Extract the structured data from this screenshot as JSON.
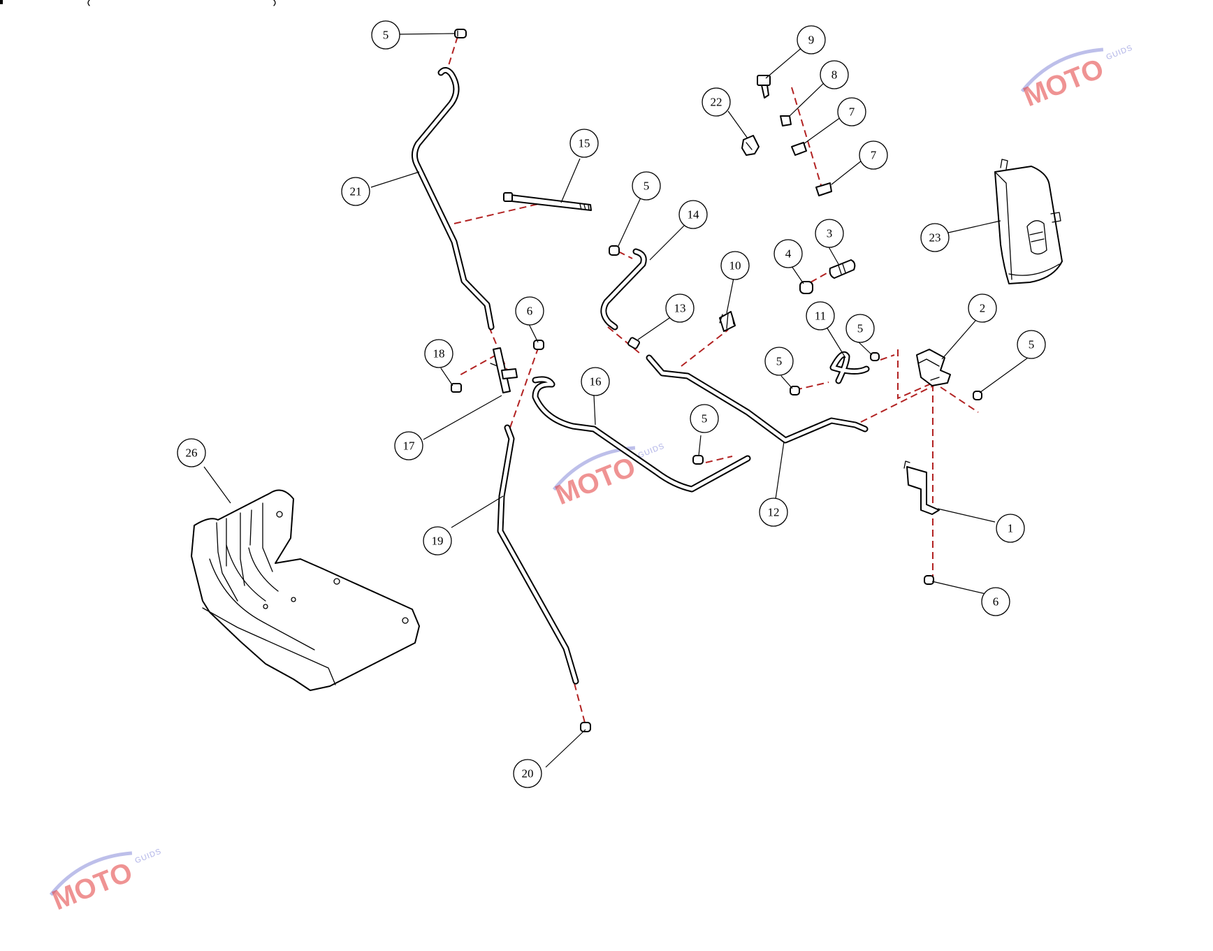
{
  "diagram": {
    "callouts": [
      {
        "label": "5"
      },
      {
        "label": "21"
      },
      {
        "label": "15"
      },
      {
        "label": "5"
      },
      {
        "label": "14"
      },
      {
        "label": "9"
      },
      {
        "label": "8"
      },
      {
        "label": "22"
      },
      {
        "label": "7"
      },
      {
        "label": "7"
      },
      {
        "label": "23"
      },
      {
        "label": "3"
      },
      {
        "label": "4"
      },
      {
        "label": "10"
      },
      {
        "label": "13"
      },
      {
        "label": "6"
      },
      {
        "label": "18"
      },
      {
        "label": "11"
      },
      {
        "label": "5"
      },
      {
        "label": "5"
      },
      {
        "label": "2"
      },
      {
        "label": "5"
      },
      {
        "label": "16"
      },
      {
        "label": "17"
      },
      {
        "label": "5"
      },
      {
        "label": "26"
      },
      {
        "label": "19"
      },
      {
        "label": "12"
      },
      {
        "label": "1"
      },
      {
        "label": "6"
      },
      {
        "label": "20"
      }
    ]
  },
  "watermark": {
    "brand": "MOTO",
    "sub": "GUIDS",
    "colors": {
      "brand": "#e23b3b",
      "swoosh": "#7b7fd6"
    }
  },
  "colors": {
    "line": "#000000",
    "assembly_dash": "#b22222",
    "background": "#ffffff"
  }
}
